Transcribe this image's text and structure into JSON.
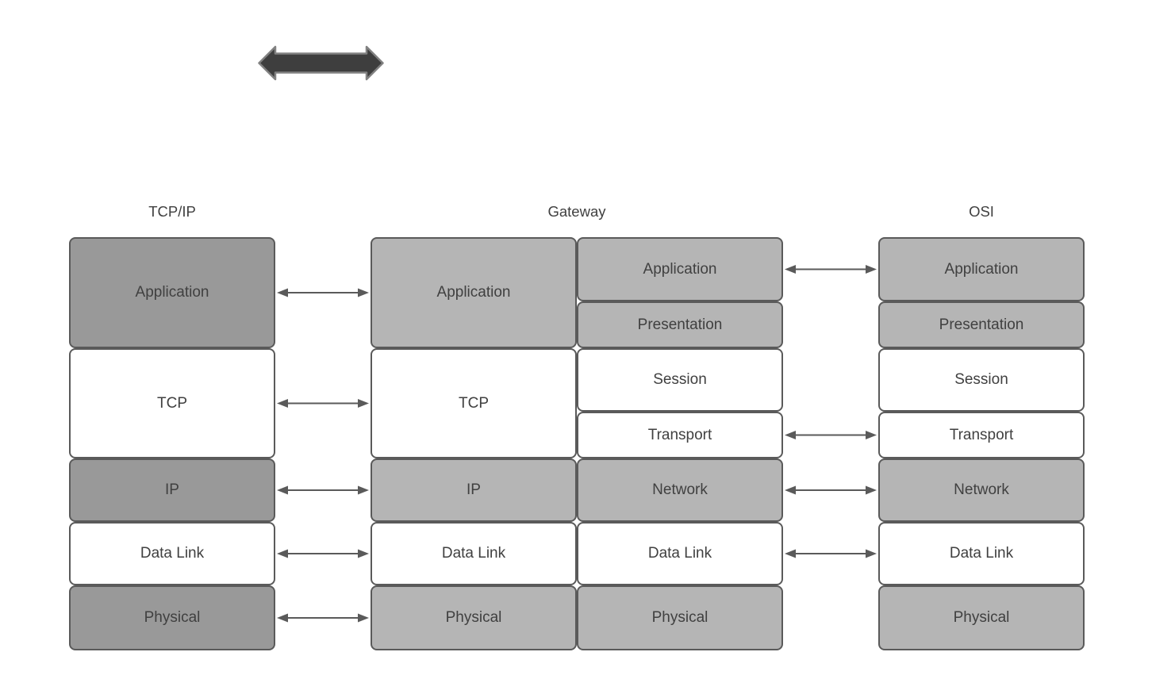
{
  "diagram": {
    "headers": [
      {
        "id": "tcpip",
        "label": "TCP/IP"
      },
      {
        "id": "gateway",
        "label": "Gateway"
      },
      {
        "id": "osi",
        "label": "OSI"
      }
    ],
    "stacks": [
      {
        "id": "tcpip",
        "layers": [
          {
            "label": "Application",
            "shade": "dark"
          },
          {
            "label": "TCP",
            "shade": "white"
          },
          {
            "label": "IP",
            "shade": "dark"
          },
          {
            "label": "Data Link",
            "shade": "white"
          },
          {
            "label": "Physical",
            "shade": "dark"
          }
        ]
      },
      {
        "id": "gateway-left",
        "layers": [
          {
            "label": "Application",
            "shade": "light"
          },
          {
            "label": "TCP",
            "shade": "white"
          },
          {
            "label": "IP",
            "shade": "light"
          },
          {
            "label": "Data Link",
            "shade": "white"
          },
          {
            "label": "Physical",
            "shade": "light"
          }
        ]
      },
      {
        "id": "gateway-right",
        "layers": [
          {
            "label": "Application",
            "shade": "light"
          },
          {
            "label": "Presentation",
            "shade": "light"
          },
          {
            "label": "Session",
            "shade": "white"
          },
          {
            "label": "Transport",
            "shade": "white"
          },
          {
            "label": "Network",
            "shade": "light"
          },
          {
            "label": "Data Link",
            "shade": "white"
          },
          {
            "label": "Physical",
            "shade": "light"
          }
        ]
      },
      {
        "id": "osi",
        "layers": [
          {
            "label": "Application",
            "shade": "light"
          },
          {
            "label": "Presentation",
            "shade": "light"
          },
          {
            "label": "Session",
            "shade": "white"
          },
          {
            "label": "Transport",
            "shade": "white"
          },
          {
            "label": "Network",
            "shade": "light"
          },
          {
            "label": "Data Link",
            "shade": "white"
          },
          {
            "label": "Physical",
            "shade": "light"
          }
        ]
      }
    ],
    "connectors": [
      {
        "from": "tcpip",
        "to": "gateway-left",
        "layer": "Application"
      },
      {
        "from": "tcpip",
        "to": "gateway-left",
        "layer": "TCP"
      },
      {
        "from": "tcpip",
        "to": "gateway-left",
        "layer": "IP"
      },
      {
        "from": "tcpip",
        "to": "gateway-left",
        "layer": "Data Link"
      },
      {
        "from": "tcpip",
        "to": "gateway-left",
        "layer": "Physical"
      },
      {
        "from": "gateway-right",
        "to": "osi",
        "layer": "Application"
      },
      {
        "from": "gateway-right",
        "to": "osi",
        "layer": "Transport"
      },
      {
        "from": "gateway-right",
        "to": "osi",
        "layer": "Network"
      },
      {
        "from": "gateway-right",
        "to": "osi",
        "layer": "Data Link"
      }
    ],
    "icons": {
      "top_arrow": "bidirectional-arrow-icon"
    },
    "colors": {
      "dark_fill": "#999999",
      "light_fill": "#b5b5b5",
      "white_fill": "#ffffff",
      "border": "#5a5a5a",
      "text": "#404040",
      "connector": "#5a5a5a",
      "top_arrow_fill": "#3e3e3e",
      "top_arrow_stroke": "#828282"
    }
  }
}
